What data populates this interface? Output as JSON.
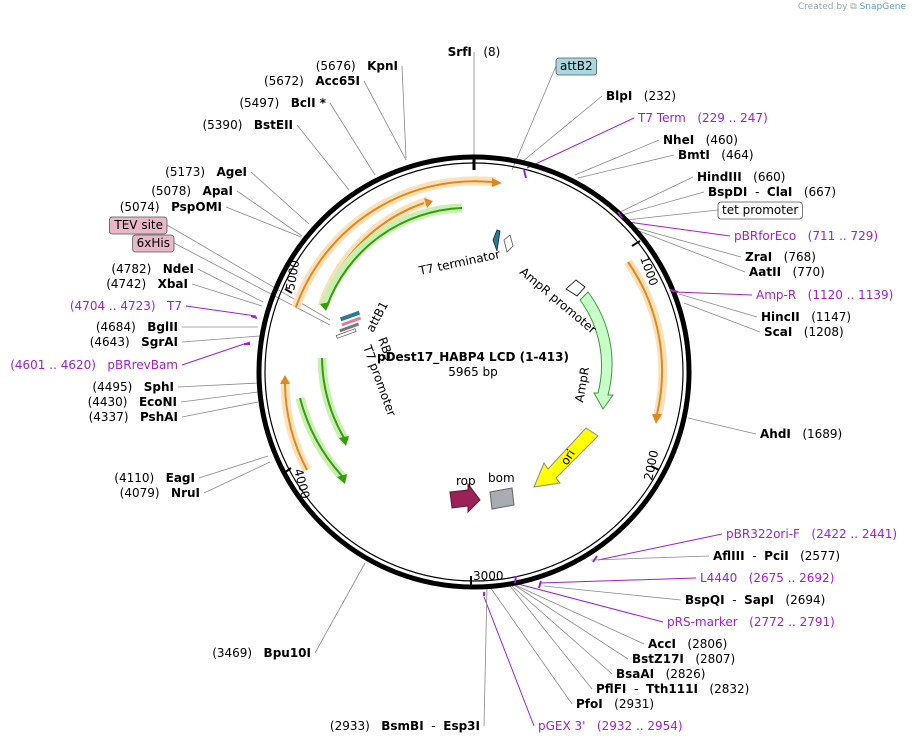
{
  "header": {
    "created_by": "Created by",
    "brand": "SnapGene"
  },
  "plasmid": {
    "name": "pDest17_HABP4 LCD (1-413)",
    "size": "5965 bp"
  },
  "ticks": [
    {
      "text": "1000",
      "rot": 70
    },
    {
      "text": "2000",
      "rot": -78
    },
    {
      "text": "3000",
      "rot": 0
    },
    {
      "text": "4000",
      "rot": 75
    },
    {
      "text": "5000",
      "rot": -80
    }
  ],
  "labels": [
    {
      "pos": "(8)",
      "name": "SrfI"
    },
    {
      "box": "attB2"
    },
    {
      "name": "BlpI",
      "pos": "(232)"
    },
    {
      "feat": "T7 Term",
      "range": "(229 .. 247)"
    },
    {
      "name": "NheI",
      "pos": "(460)"
    },
    {
      "name": "BmtI",
      "pos": "(464)"
    },
    {
      "name": "HindIII",
      "pos": "(660)"
    },
    {
      "name": "BspDI",
      "sep": "-",
      "name2": "ClaI",
      "pos": "(667)"
    },
    {
      "box": "tet promoter"
    },
    {
      "feat": "pBRforEco",
      "range": "(711 .. 729)"
    },
    {
      "name": "ZraI",
      "pos": "(768)"
    },
    {
      "name": "AatII",
      "pos": "(770)"
    },
    {
      "feat": "Amp-R",
      "range": "(1120 .. 1139)"
    },
    {
      "name": "HincII",
      "pos": "(1147)"
    },
    {
      "name": "ScaI",
      "pos": "(1208)"
    },
    {
      "name": "AhdI",
      "pos": "(1689)"
    },
    {
      "feat": "pBR322ori-F",
      "range": "(2422 .. 2441)"
    },
    {
      "name": "AflIII",
      "sep": "-",
      "name2": "PciI",
      "pos": "(2577)"
    },
    {
      "feat": "L4440",
      "range": "(2675 .. 2692)"
    },
    {
      "name": "BspQI",
      "sep": "-",
      "name2": "SapI",
      "pos": "(2694)"
    },
    {
      "feat": "pRS-marker",
      "range": "(2772 .. 2791)"
    },
    {
      "name": "AccI",
      "pos": "(2806)"
    },
    {
      "name": "BstZ17I",
      "pos": "(2807)"
    },
    {
      "name": "BsaAI",
      "pos": "(2826)"
    },
    {
      "name": "PflFI",
      "sep": "-",
      "name2": "Tth111I",
      "pos": "(2832)"
    },
    {
      "name": "PfoI",
      "pos": "(2931)"
    },
    {
      "feat": "pGEX 3'",
      "range": "(2932 .. 2954)"
    },
    {
      "pos": "(2933)",
      "name": "BsmBI",
      "sep": "-",
      "name2": "Esp3I"
    },
    {
      "pos": "(3469)",
      "name": "Bpu10I"
    },
    {
      "pos": "(4079)",
      "name": "NruI"
    },
    {
      "pos": "(4110)",
      "name": "EagI"
    },
    {
      "pos": "(4337)",
      "name": "PshAI"
    },
    {
      "pos": "(4430)",
      "name": "EcoNI"
    },
    {
      "pos": "(4495)",
      "name": "SphI"
    },
    {
      "range": "(4601 .. 4620)",
      "feat": "pBRrevBam"
    },
    {
      "pos": "(4643)",
      "name": "SgrAI"
    },
    {
      "pos": "(4684)",
      "name": "BglII"
    },
    {
      "range": "(4704 .. 4723)",
      "feat": "T7"
    },
    {
      "pos": "(4742)",
      "name": "XbaI"
    },
    {
      "pos": "(4782)",
      "name": "NdeI"
    },
    {
      "box": "6xHis"
    },
    {
      "box": "TEV site"
    },
    {
      "pos": "(5074)",
      "name": "PspOMI"
    },
    {
      "pos": "(5078)",
      "name": "ApaI"
    },
    {
      "pos": "(5173)",
      "name": "AgeI"
    },
    {
      "pos": "(5390)",
      "name": "BstEII"
    },
    {
      "pos": "(5497)",
      "name": "BclI *"
    },
    {
      "pos": "(5672)",
      "name": "Acc65I"
    },
    {
      "pos": "(5676)",
      "name": "KpnI"
    }
  ],
  "inner_labels": {
    "t7_terminator": "T7 terminator",
    "ampr_promoter": "AmpR promoter",
    "ampr": "AmpR",
    "ori": "ori",
    "rop": "rop",
    "bom": "bom",
    "attb1": "attB1",
    "rbs": "RBS",
    "t7_promoter": "T7 promoter"
  },
  "colors": {
    "feature_text": "#a020d0",
    "ori": "#ffff00",
    "rop": "#9b2257",
    "bom": "#a8acb3",
    "ampr": "#c8ffc8",
    "orf_orange": "#f4a640",
    "orf_green": "#58b020",
    "tag_box": "#e8b8c8",
    "attb2_box": "#a8d8e0"
  }
}
